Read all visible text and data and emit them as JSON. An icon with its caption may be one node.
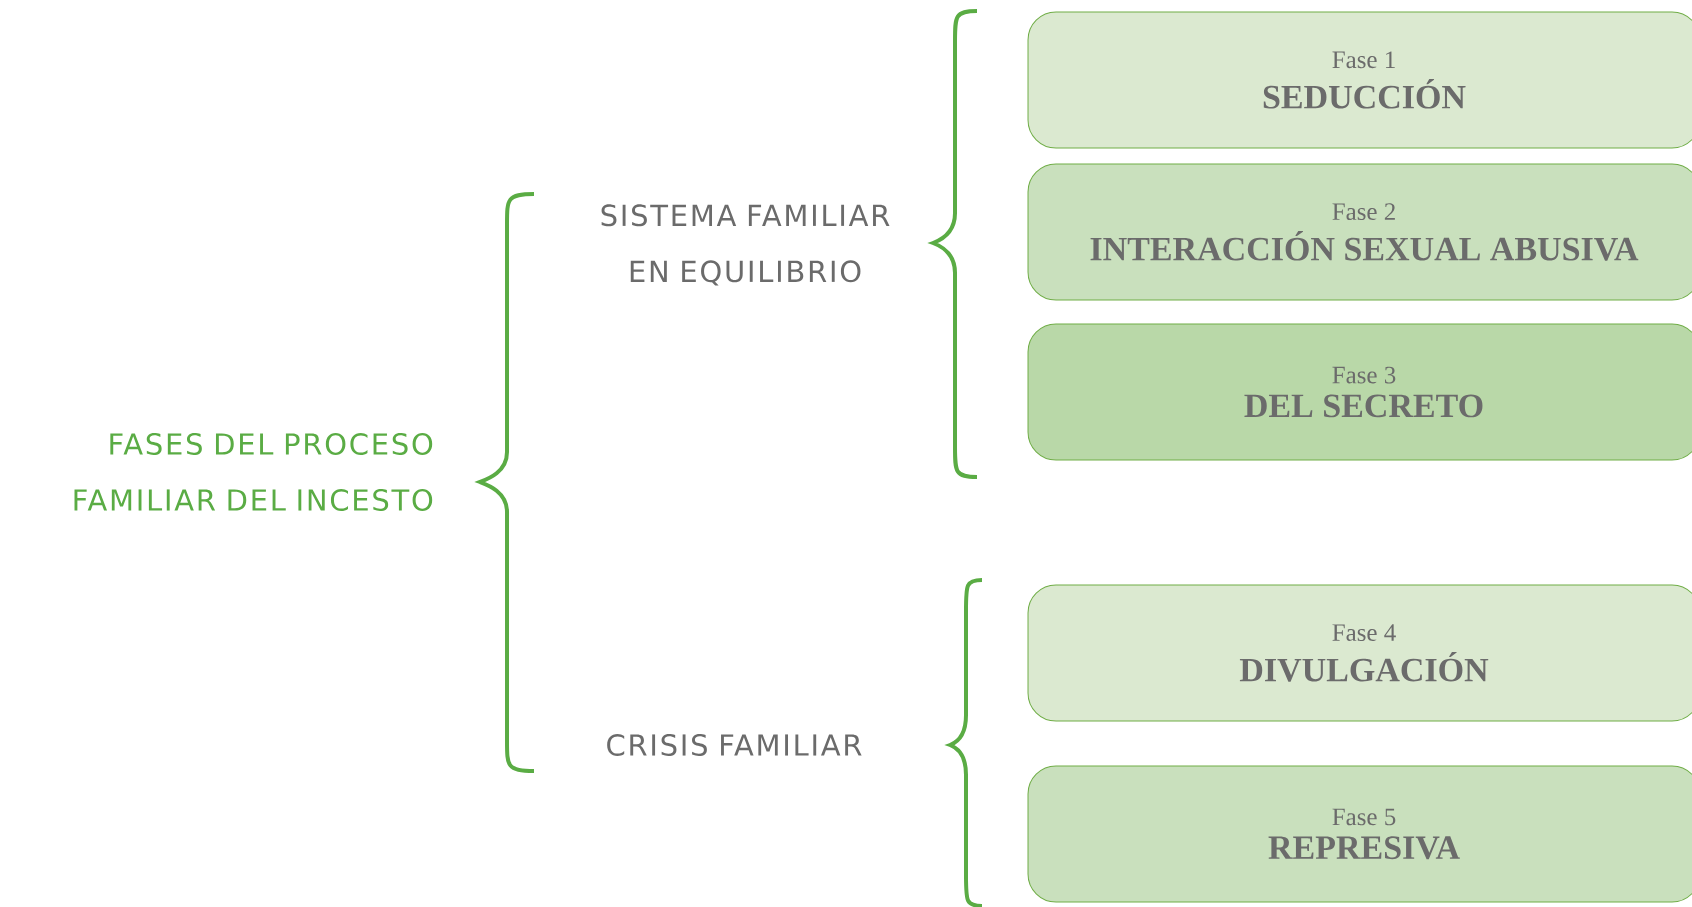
{
  "diagram": {
    "nodes": [
      {
        "text": [
          "Fase 1",
          "SEDUCCIÓN"
        ]
      },
      {
        "text": [
          "Fase 2",
          "INTERACCIÓN SEXUAL ABUSIVA"
        ]
      },
      {
        "text": [
          "Fase 3",
          "DEL  SECRETO"
        ]
      },
      {
        "text": [
          "Fase 4",
          "DIVULGACIÓN"
        ]
      },
      {
        "text": [
          "Fase 5",
          "REPRESIVA"
        ]
      }
    ],
    "labels": [
      "FASES  DEL PROCESO FAMILIAR DEL INCESTO",
      "SISTEMA FAMILIAR EN EQUILIBRIO",
      "CRISIS FAMILIAR"
    ]
  }
}
